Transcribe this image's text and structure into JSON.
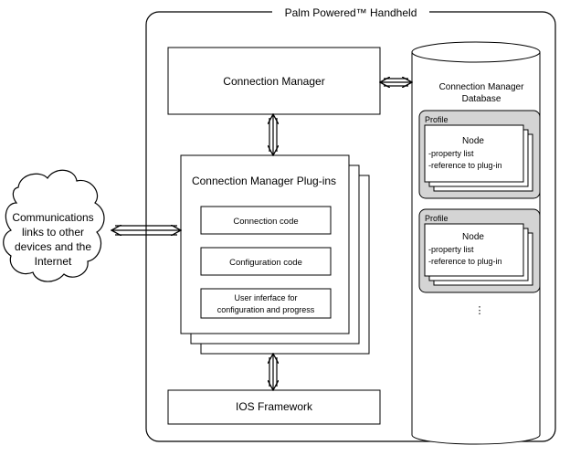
{
  "handheld": {
    "title": "Palm Powered™ Handheld"
  },
  "connection_manager": {
    "label": "Connection Manager"
  },
  "database": {
    "label_line1": "Connection Manager",
    "label_line2": "Database",
    "profiles": [
      {
        "label": "Profile",
        "node_title": "Node",
        "node_line1": "-property list",
        "node_line2": "-reference to plug-in"
      },
      {
        "label": "Profile",
        "node_title": "Node",
        "node_line1": "-property list",
        "node_line2": "-reference to plug-in"
      }
    ],
    "more_indicator": "⋮"
  },
  "plugins": {
    "title": "Connection Manager Plug-ins",
    "items": [
      {
        "lines": [
          "Connection code"
        ]
      },
      {
        "lines": [
          "Configuration code"
        ]
      },
      {
        "lines": [
          "User inferface for",
          "configuration and progress"
        ]
      }
    ]
  },
  "ios_framework": {
    "label": "IOS Framework"
  },
  "cloud": {
    "lines": [
      "Communications",
      "links to other",
      "devices and the",
      "Internet"
    ]
  }
}
